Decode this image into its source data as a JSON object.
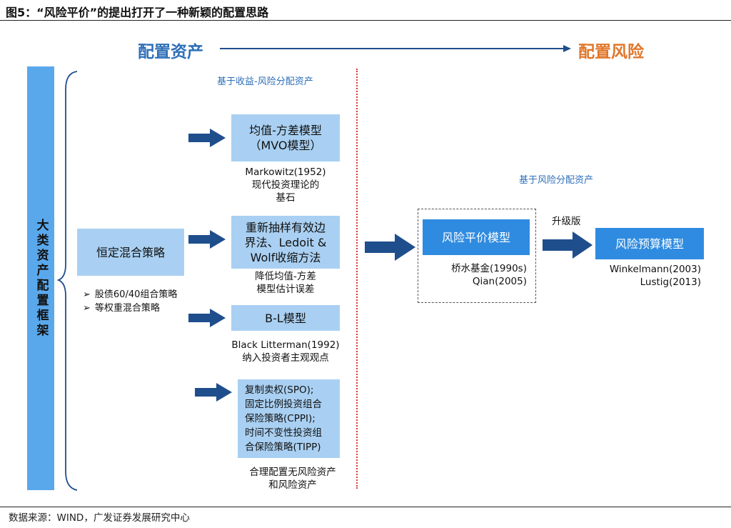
{
  "figure_title": "图5：“风险平价”的提出打开了一种新颖的配置思路",
  "header": {
    "left": "配置资产",
    "right": "配置风险",
    "left_color": "#2f6fb8",
    "right_color": "#e0762a"
  },
  "left_bar": {
    "label": "大类资产配置框架"
  },
  "constant_mix": {
    "label": "恒定混合策略",
    "bullets": [
      "股债60/40组合策略",
      "等权重混合策略"
    ]
  },
  "section_labels": {
    "return_risk": "基于收益-风险分配资产",
    "risk_only": "基于风险分配资产"
  },
  "models": [
    {
      "label": "均值-方差模型\n（MVO模型）",
      "caption": "Markowitz(1952)\n现代投资理论的\n基石"
    },
    {
      "label": "重新抽样有效边\n界法、Ledoit &\nWolf收缩方法",
      "caption": "降低均值-方差\n模型估计误差"
    },
    {
      "label": "B-L模型",
      "caption": "Black Litterman(1992)\n纳入投资者主观观点"
    },
    {
      "label": "复制卖权(SPO);\n固定比例投资组合\n保险策略(CPPI);\n时间不变性投资组\n合保险策略(TIPP)",
      "caption": "合理配置无风险资产\n和风险资产"
    }
  ],
  "risk_parity": {
    "label": "风险平价模型",
    "caption": "桥水基金(1990s)\nQian(2005)"
  },
  "upgrade_label": "升级版",
  "risk_budget": {
    "label": "风险预算模型",
    "caption": "Winkelmann(2003)\nLustig(2013)"
  },
  "source": "数据来源：WIND，广发证券发展研究中心",
  "colors": {
    "box_light": "#a9d0f2",
    "box_dark": "#2f8be0",
    "arrow": "#1f4e8c",
    "divider": "#d9363e"
  }
}
